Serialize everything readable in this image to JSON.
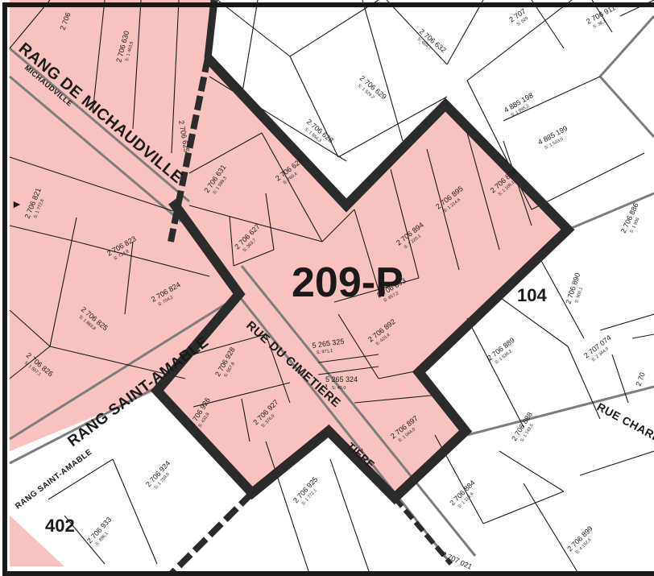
{
  "zones": {
    "main": "209-P",
    "east": "104",
    "southwest": "402"
  },
  "streets": {
    "michaudville": "RANG DE MICHAUDVILLE",
    "michaudville_upper": "MICHAUDVILLE",
    "saint_amable": "RANG SAINT-AMABLE",
    "saint_amable_lower": "RANG SAINT-AMABLE",
    "cimetiere": "RUE DU CIMETIÈRE",
    "cimetiere_end": "TIÈRE",
    "charbonneau": "RUE CHARBO"
  },
  "lots": [
    {
      "num": "2 706 630",
      "area": "S: 1 463,5"
    },
    {
      "num": "2 706 625",
      "area": ""
    },
    {
      "num": "2 706 632",
      "area": "S: 604,7"
    },
    {
      "num": "2 706 629",
      "area": "S: 1 529,2"
    },
    {
      "num": "2 706 628",
      "area": "S: 1 556,3"
    },
    {
      "num": "2 707",
      "area": "S: 529"
    },
    {
      "num": "2 706 911",
      "area": "S: 38,1"
    },
    {
      "num": "4 885 198",
      "area": "S: 1 095,2"
    },
    {
      "num": "4 885 199",
      "area": "S: 1 503,0"
    },
    {
      "num": "2 706 821",
      "area": "S: 1 772,6"
    },
    {
      "num": "2 706 823",
      "area": "S: 724,9"
    },
    {
      "num": "2 706 824",
      "area": "S: 704,2"
    },
    {
      "num": "2 706 825",
      "area": "S: 1 863,8"
    },
    {
      "num": "2 706 826",
      "area": "S: 1 557,1"
    },
    {
      "num": "2 706 631",
      "area": "S: 1 598,3"
    },
    {
      "num": "2 706 626",
      "area": "S: 760,4"
    },
    {
      "num": "2 706 627",
      "area": "S: 363,7"
    },
    {
      "num": "2 706 894",
      "area": "S: 1 220,1"
    },
    {
      "num": "2 706 895",
      "area": "S: 1 214,6"
    },
    {
      "num": "2 706 896",
      "area": "S: 1 106,1"
    },
    {
      "num": "2 706 893",
      "area": "S: 857,2"
    },
    {
      "num": "2 706 892",
      "area": "S: 420,4"
    },
    {
      "num": "5 265 325",
      "area": "S: 971,1"
    },
    {
      "num": "5 265 324",
      "area": "S: 49,0"
    },
    {
      "num": "2 706 928",
      "area": "S: 557,8"
    },
    {
      "num": "2 706 927",
      "area": "S: 376,0"
    },
    {
      "num": "2 706 926",
      "area": "S: 432,8"
    },
    {
      "num": "2 706 897",
      "area": "S: 1 044,0"
    },
    {
      "num": "2 706 890",
      "area": "S: 900,1"
    },
    {
      "num": "2 706 889",
      "area": "S: 1 636,2"
    },
    {
      "num": "2 707 074",
      "area": "S: 2 344,9"
    },
    {
      "num": "2 706 888",
      "area": "S: 1 149,5"
    },
    {
      "num": "2 706 884",
      "area": "S: 1 113,9"
    },
    {
      "num": "2 706 924",
      "area": "S: 1 759,9"
    },
    {
      "num": "2 706 925",
      "area": "S: 1 772,1"
    },
    {
      "num": "2 706 933",
      "area": "S: 896,1"
    },
    {
      "num": "2 706 899",
      "area": "S: 4 152,6"
    },
    {
      "num": "2 706 886",
      "area": "S: 1 906"
    },
    {
      "num": "2 707 021",
      "area": ""
    },
    {
      "num": "2 706",
      "area": ""
    },
    {
      "num": "2 70",
      "area": ""
    }
  ],
  "colors": {
    "zone_fill": "#f7c2c0",
    "zone_border": "#2b2b2b",
    "road_line": "#7d7d7d",
    "lot_line": "#1a1a1a"
  }
}
